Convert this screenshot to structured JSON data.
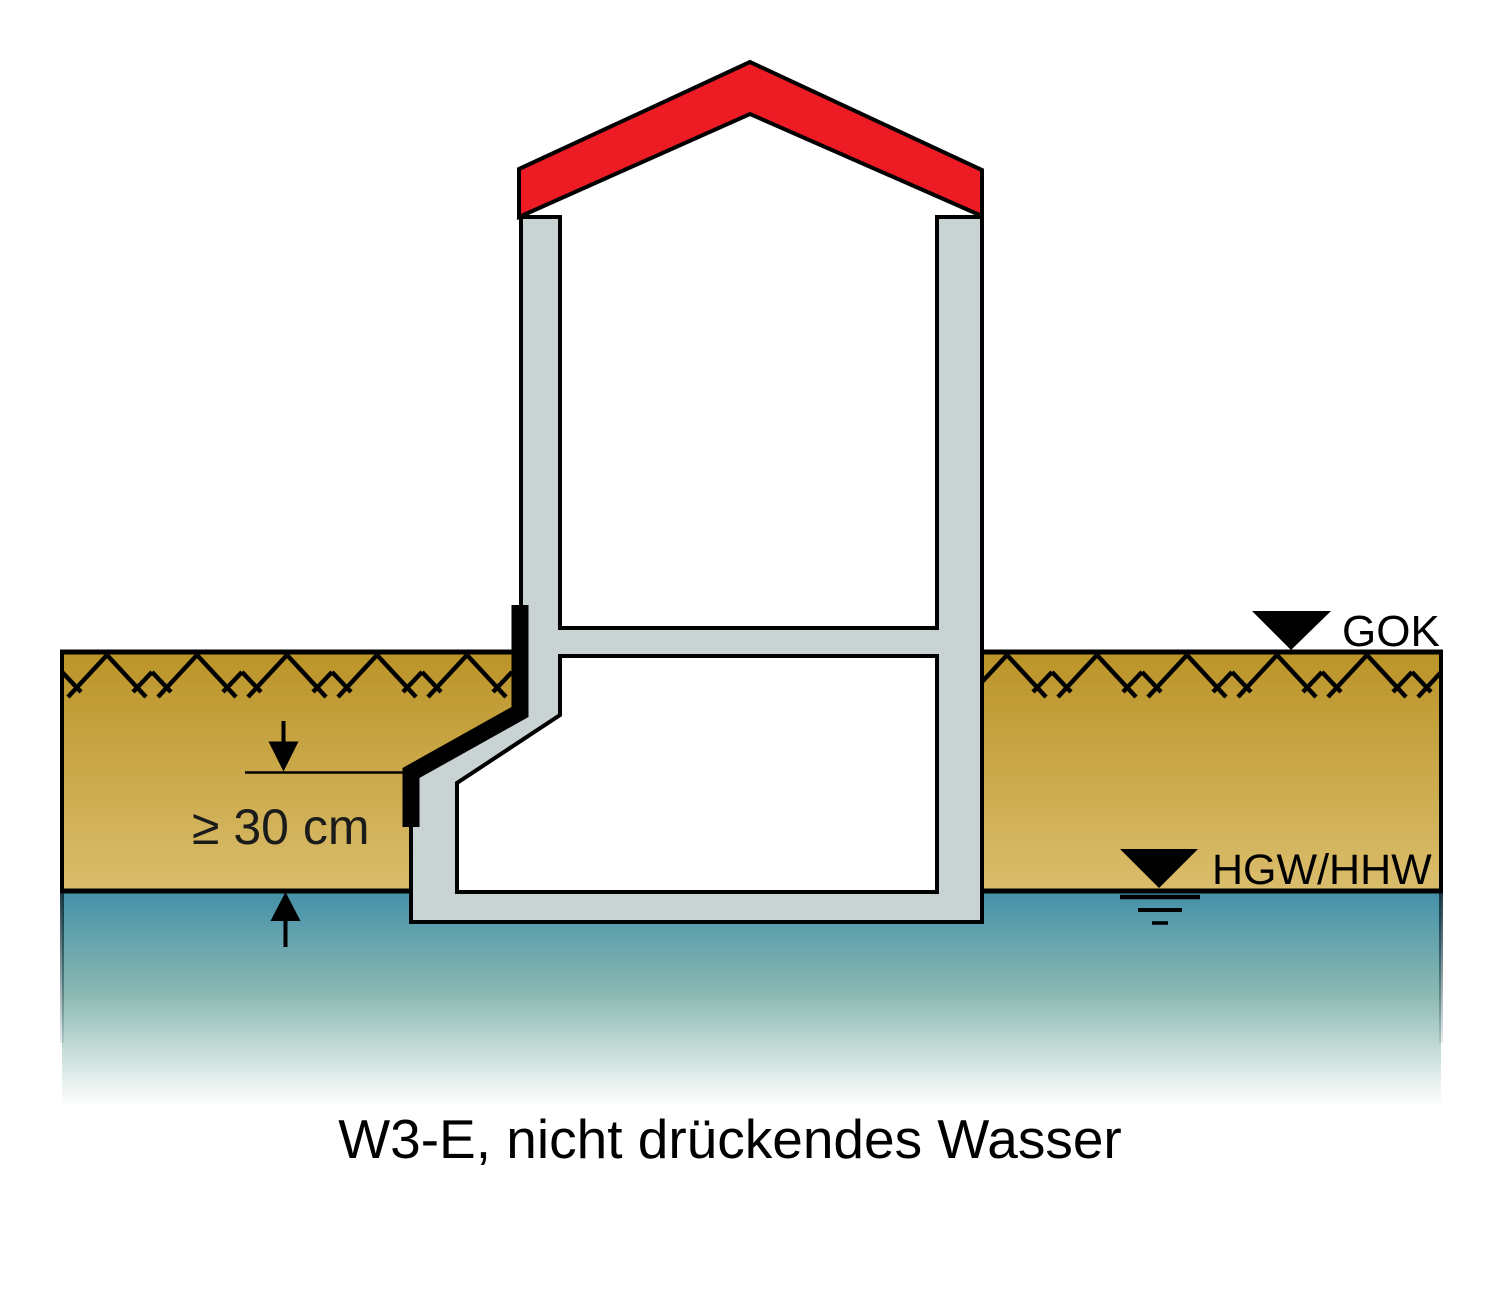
{
  "figure": {
    "caption": "W3-E, nicht drückendes Wasser",
    "dimension_label": "≥ 30 cm",
    "ground_level_label": "GOK",
    "groundwater_level_label": "HGW/HHW"
  },
  "colors": {
    "roof": "#ED1C24",
    "wall": "#CAD3D4",
    "outline": "#000000",
    "membrane": "#000000",
    "text": "#000000",
    "dimension_text": "#1B1B1B",
    "ground_top": "#BB9428",
    "ground_bottom": "#DABD6C",
    "water_top": "#4390A8",
    "water_mid": "#8BB9B2",
    "water_bottom": "#FFFFFF"
  }
}
